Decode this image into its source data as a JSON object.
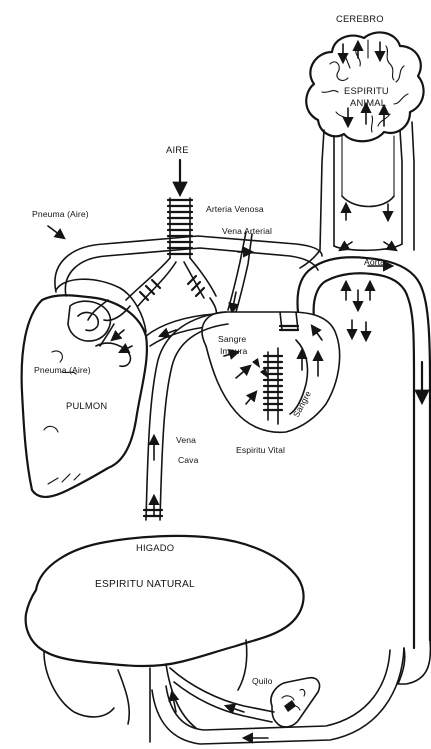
{
  "labels": {
    "cerebro": "CEREBRO",
    "espiritu_animal_line1": "ESPIRITU",
    "espiritu_animal_line2": "ANIMAL",
    "aire": "AIRE",
    "pneuma_top": "Pneuma (Aire)",
    "arteria_venosa": "Arteria Venosa",
    "vena_arterial": "Vena Arterial",
    "aorta": "Aorta",
    "sangre_impura_line1": "Sangre",
    "sangre_impura_line2": "Impura",
    "pneuma_lower": "Pneuma (Aire)",
    "pulmon": "PULMON",
    "vena_cava_line1": "Vena",
    "vena_cava_line2": "Cava",
    "espiritu_vital": "Espiritu Vital",
    "higado": "HIGADO",
    "espiritu_natural": "ESPIRITU NATURAL",
    "quilo": "Quilo"
  },
  "vessel_label": "Sangre",
  "icons": {
    "arrow": "arrowhead-icon",
    "flow": "flow-arrow-icon"
  },
  "colors": {
    "ink": "#141414",
    "background": "#ffffff"
  }
}
